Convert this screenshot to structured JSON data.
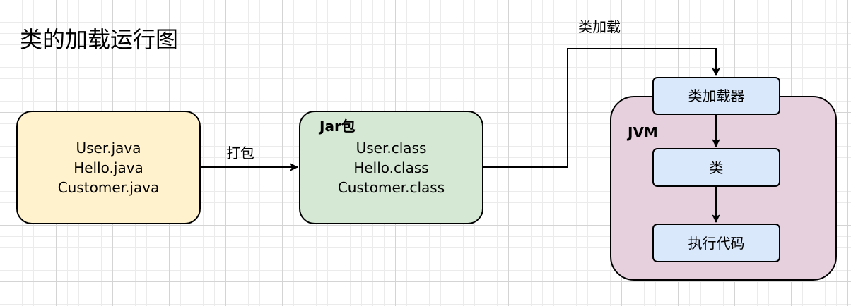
{
  "title": "类的加载运行图",
  "java_files": {
    "lines": [
      "User.java",
      "Hello.java",
      "Customer.java"
    ]
  },
  "jar": {
    "label": "Jar包",
    "lines": [
      "User.class",
      "Hello.class",
      "Customer.class"
    ]
  },
  "edges": {
    "package_label": "打包",
    "class_load_label": "类加载"
  },
  "jvm": {
    "label": "JVM",
    "class_loader": "类加载器",
    "class": "类",
    "execute_code": "执行代码"
  },
  "colors": {
    "java_box": "#fff2cc",
    "jar_box": "#d5e8d4",
    "jvm_box": "#e6d0de",
    "inner_box": "#dae8fc"
  }
}
